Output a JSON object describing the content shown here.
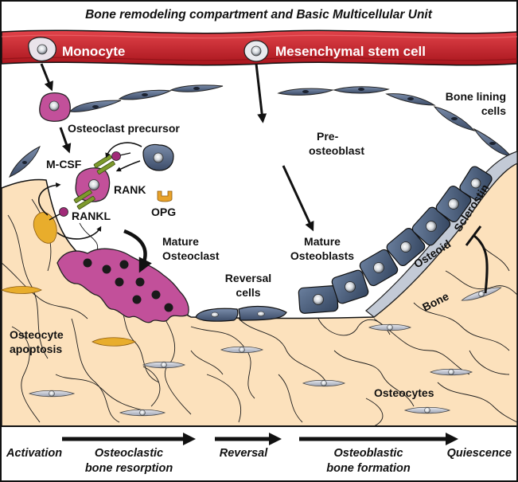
{
  "title": "Bone remodeling compartment and Basic Multicellular Unit",
  "vessel": {
    "monocyte": "Monocyte",
    "msc": "Mesenchymal stem cell"
  },
  "labels": {
    "osteoclast_precursor": "Osteoclast precursor",
    "mcsf": "M-CSF",
    "rank": "RANK",
    "rankl": "RANKL",
    "opg": "OPG",
    "mature_osteoclast_1": "Mature",
    "mature_osteoclast_2": "Osteoclast",
    "osteocyte_apoptosis_1": "Osteocyte",
    "osteocyte_apoptosis_2": "apoptosis",
    "reversal_cells_1": "Reversal",
    "reversal_cells_2": "cells",
    "pre_osteoblast_1": "Pre-",
    "pre_osteoblast_2": "osteoblast",
    "mature_osteoblasts_1": "Mature",
    "mature_osteoblasts_2": "Osteoblasts",
    "bone_lining_1": "Bone lining",
    "bone_lining_2": "cells",
    "osteoid": "Osteoid",
    "sclerostin": "Sclerostin",
    "bone": "Bone",
    "osteocytes": "Osteocytes"
  },
  "phases": {
    "activation": "Activation",
    "resorption_1": "Osteoclastic",
    "resorption_2": "bone resorption",
    "reversal": "Reversal",
    "formation_1": "Osteoblastic",
    "formation_2": "bone formation",
    "quiescence": "Quiescence"
  },
  "colors": {
    "vessel": "#c8202a",
    "bone": "#fce1bc",
    "osteoclast": "#c2509a",
    "osteoblast": "#4a5f7e",
    "lining_cell": "#5b6e8e",
    "osteoid": "#c3cad6",
    "apoptotic_osteocyte": "#e8ad2c",
    "rankl_dot": "#a02a78",
    "opg": "#e8a22a",
    "rank_receptor": "#7d9a2c"
  }
}
